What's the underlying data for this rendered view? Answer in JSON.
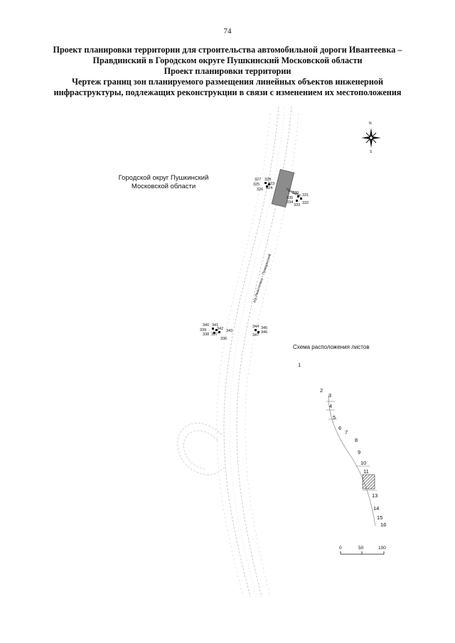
{
  "page_number": "74",
  "title_lines": [
    "Проект планировки территории для строительства автомобильной дороги Ивантеевка –",
    "Правдинский в Городском округе Пушкинский Московской области",
    "Проект планировки территории",
    "Чертеж границ зон планируемого размещения линейных объектов инженерной",
    "инфраструктуры, подлежащих реконструкции в связи с изменением их местоположения"
  ],
  "region_label": [
    "Городской округ Пушкинский",
    "Московской области"
  ],
  "road_label": "а/д Ивантеевка – Правдинский",
  "road_label_upper": "Правдинс",
  "compass": {
    "north": "N",
    "south": "S"
  },
  "scheme": {
    "title": "Схема расположения листов",
    "sheets": [
      "1",
      "2",
      "3",
      "4",
      "5",
      "6",
      "7",
      "8",
      "9",
      "10",
      "11",
      "13",
      "14",
      "15",
      "16"
    ],
    "current_sheet": "12",
    "scale": [
      "0",
      "50",
      "100"
    ]
  },
  "points_top_left": [
    "327",
    "328",
    "325",
    "323",
    "326",
    "324"
  ],
  "points_top_right": [
    "330",
    "331",
    "335",
    "334",
    "333",
    "332"
  ],
  "points_mid_left": [
    "340",
    "341",
    "339",
    "342",
    "343",
    "338",
    "337",
    "336"
  ],
  "points_mid_right": [
    "344",
    "345",
    "346",
    "347"
  ]
}
